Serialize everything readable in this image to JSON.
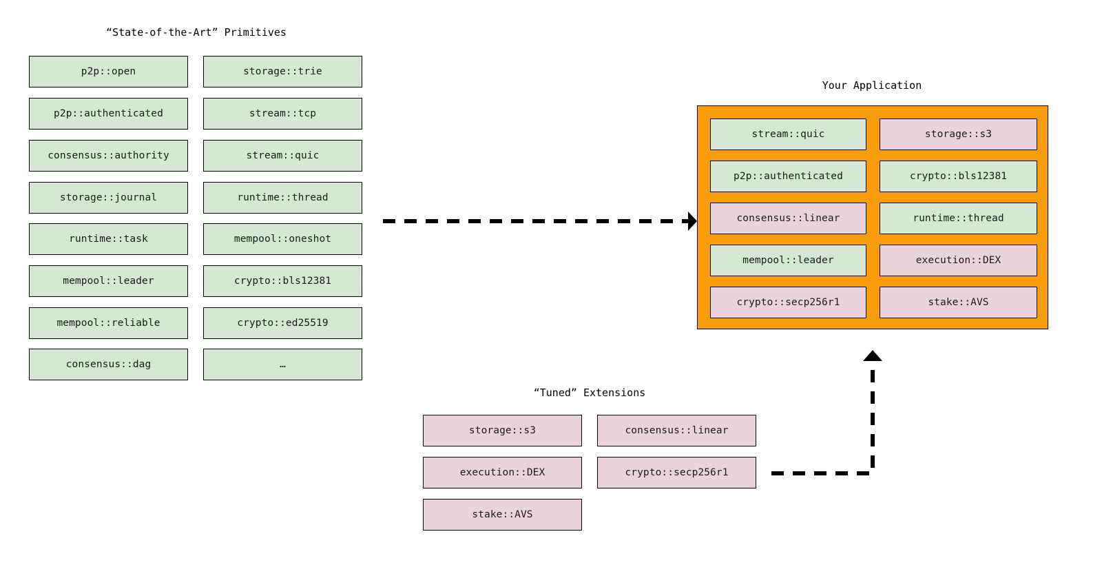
{
  "diagram": {
    "background": "#ffffff",
    "colors": {
      "primitive_fill": "#d6e8d4",
      "extension_fill": "#ebd3de",
      "application_fill": "#f99d0d",
      "stroke": "#000000"
    }
  },
  "primitives_section": {
    "title": "“State-of-the-Art” Primitives",
    "column_left": [
      {
        "label": "p2p::open",
        "kind": "primitive"
      },
      {
        "label": "p2p::authenticated",
        "kind": "primitive"
      },
      {
        "label": "consensus::authority",
        "kind": "primitive"
      },
      {
        "label": "storage::journal",
        "kind": "primitive"
      },
      {
        "label": "runtime::task",
        "kind": "primitive"
      },
      {
        "label": "mempool::leader",
        "kind": "primitive"
      },
      {
        "label": "mempool::reliable",
        "kind": "primitive"
      },
      {
        "label": "consensus::dag",
        "kind": "primitive"
      }
    ],
    "column_right": [
      {
        "label": "storage::trie",
        "kind": "primitive"
      },
      {
        "label": "stream::tcp",
        "kind": "primitive"
      },
      {
        "label": "stream::quic",
        "kind": "primitive"
      },
      {
        "label": "runtime::thread",
        "kind": "primitive"
      },
      {
        "label": "mempool::oneshot",
        "kind": "primitive"
      },
      {
        "label": "crypto::bls12381",
        "kind": "primitive"
      },
      {
        "label": "crypto::ed25519",
        "kind": "primitive"
      },
      {
        "label": "…",
        "kind": "primitive"
      }
    ]
  },
  "application_section": {
    "title": "Your Application",
    "column_left": [
      {
        "label": "stream::quic",
        "kind": "primitive"
      },
      {
        "label": "p2p::authenticated",
        "kind": "primitive"
      },
      {
        "label": "consensus::linear",
        "kind": "extension"
      },
      {
        "label": "mempool::leader",
        "kind": "primitive"
      },
      {
        "label": "crypto::secp256r1",
        "kind": "extension"
      }
    ],
    "column_right": [
      {
        "label": "storage::s3",
        "kind": "extension"
      },
      {
        "label": "crypto::bls12381",
        "kind": "primitive"
      },
      {
        "label": "runtime::thread",
        "kind": "primitive"
      },
      {
        "label": "execution::DEX",
        "kind": "extension"
      },
      {
        "label": "stake::AVS",
        "kind": "extension"
      }
    ]
  },
  "extensions_section": {
    "title": "“Tuned” Extensions",
    "column_left": [
      {
        "label": "storage::s3",
        "kind": "extension"
      },
      {
        "label": "execution::DEX",
        "kind": "extension"
      },
      {
        "label": "stake::AVS",
        "kind": "extension"
      }
    ],
    "column_right": [
      {
        "label": "consensus::linear",
        "kind": "extension"
      },
      {
        "label": "crypto::secp256r1",
        "kind": "extension"
      }
    ]
  },
  "connectors": [
    {
      "name": "primitives-to-application",
      "style": "dashed-arrow",
      "direction": "right"
    },
    {
      "name": "extensions-to-application",
      "style": "dashed-elbow-arrow",
      "direction": "up"
    }
  ]
}
